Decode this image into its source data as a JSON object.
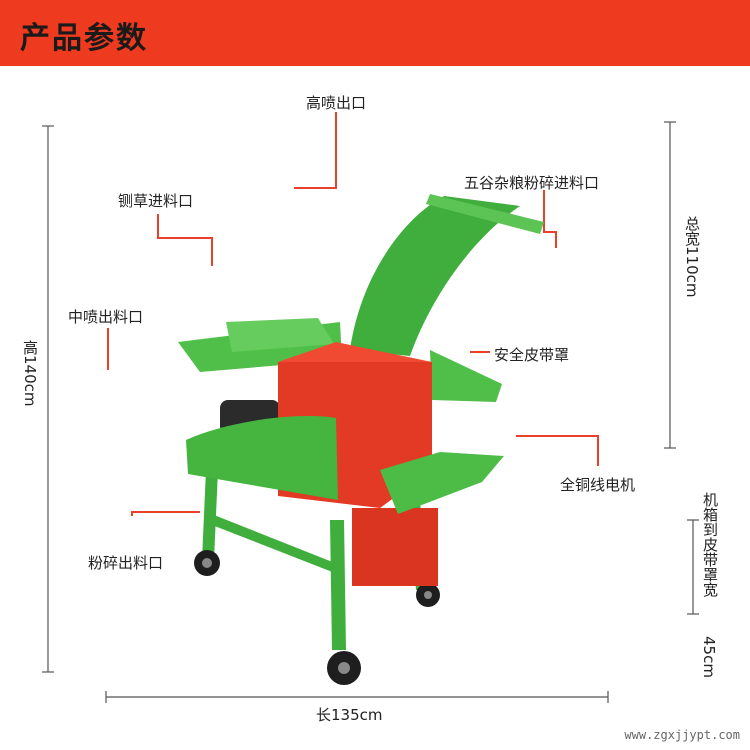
{
  "header": {
    "title": "产品参数"
  },
  "labels": {
    "high_outlet": "高喷出口",
    "grain_inlet": "五谷杂粮粉碎进料口",
    "straw_inlet": "铡草进料口",
    "mid_outlet": "中喷出料口",
    "belt_guard": "安全皮带罩",
    "motor": "全铜线电机",
    "crush_outlet": "粉碎出料口"
  },
  "dimensions": {
    "height": "高140cm",
    "total_width": "总宽110cm",
    "length": "长135cm",
    "case_to_belt": "机箱到皮带罩宽",
    "case_to_belt_value": "45cm"
  },
  "watermark": "www.zgxjjypt.com",
  "colors": {
    "banner": "#ee3a1e",
    "machine_green": "#3fae3c",
    "machine_red": "#e23a24",
    "pointer": "#e8402a"
  }
}
